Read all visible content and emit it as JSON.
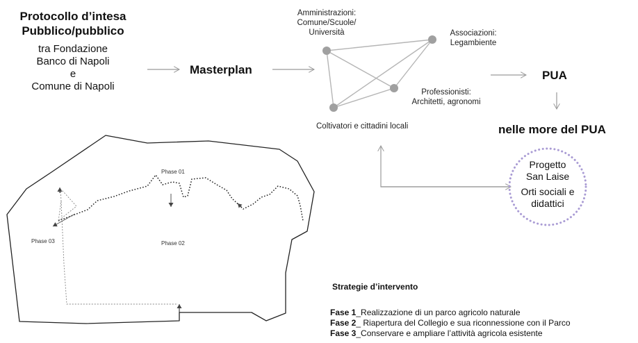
{
  "protocollo": {
    "title_line1": "Protocollo d’intesa",
    "title_line2": "Pubblico/pubblico",
    "line1": "tra Fondazione",
    "line2": "Banco di Napoli",
    "line3": "e",
    "line4": "Comune di Napoli"
  },
  "masterplan": "Masterplan",
  "network": {
    "amministrazioni": [
      "Amministrazioni:",
      "Comune/Scuole/",
      "Università"
    ],
    "associazioni": [
      "Associazioni:",
      "Legambiente"
    ],
    "professionisti": [
      "Professionisti:",
      "Architetti, agronomi"
    ],
    "coltivatori": "Coltivatori e cittadini locali"
  },
  "pua": "PUA",
  "nelle_more": "nelle more del PUA",
  "progetto": {
    "lines": [
      "Progetto",
      "San Laise",
      "Orti sociali e",
      "didattici"
    ]
  },
  "map": {
    "phase01": "Phase 01",
    "phase02": "Phase 02",
    "phase03": "Phase 03"
  },
  "strategie": {
    "title": "Strategie d’intervento",
    "items": [
      {
        "label": "Fase 1",
        "text": "_Realizzazione  di un parco agricolo naturale"
      },
      {
        "label": "Fase 2",
        "text": "_ Riapertura del Collegio e sua riconnessione con il Parco"
      },
      {
        "label": "Fase 3",
        "text": "_Conservare e ampliare l’attività  agricola esistente"
      }
    ]
  },
  "colors": {
    "node": "#a0a0a0",
    "line": "#b5b5b5",
    "circle_border": "#a99bd4"
  }
}
